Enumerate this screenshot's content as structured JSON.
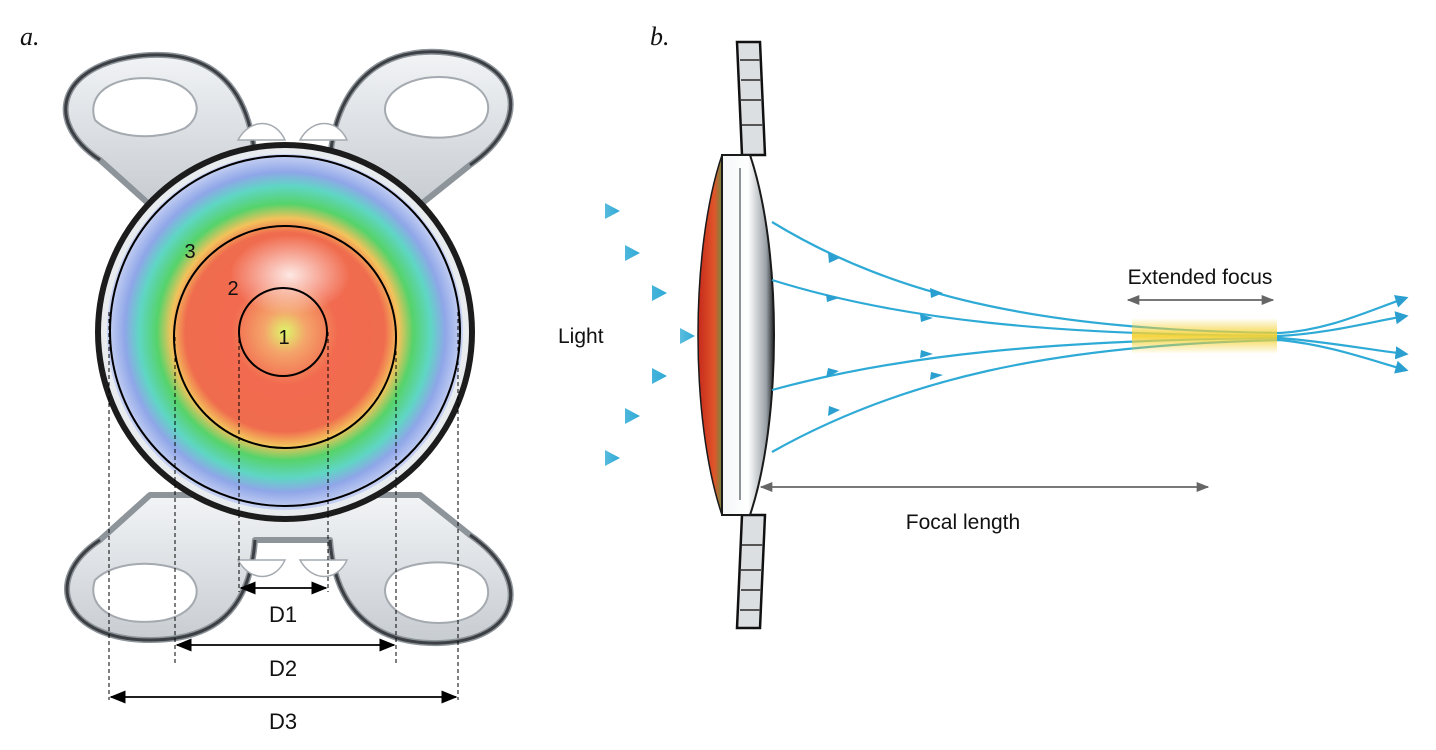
{
  "panels": {
    "a": {
      "label": "a.",
      "zones": [
        "1",
        "2",
        "3"
      ],
      "diameters": [
        "D1",
        "D2",
        "D3"
      ]
    },
    "b": {
      "label": "b.",
      "light": "Light",
      "extended_focus": "Extended focus",
      "focal_length": "Focal length"
    }
  },
  "colors": {
    "ray": "#2eaad6",
    "zone_center": "#f26a4f",
    "zone_middle": "#56d36a",
    "zone_outer": "#8fa6e8",
    "focus_band": "#f5d234",
    "haptic": "#d6dade"
  }
}
